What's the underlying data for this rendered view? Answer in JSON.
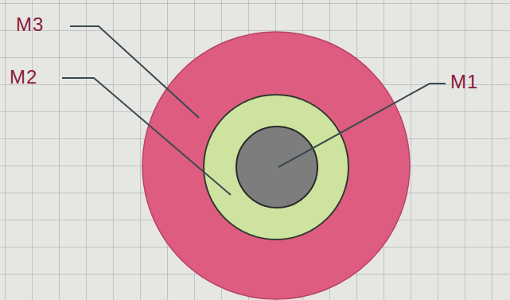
{
  "diagram": {
    "labels": [
      "M3",
      "M2",
      "M1"
    ]
  }
}
